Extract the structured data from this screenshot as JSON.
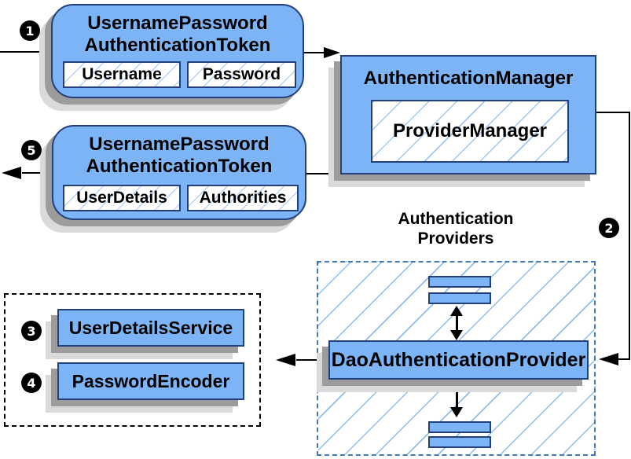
{
  "badges": {
    "step1": "1",
    "step2": "2",
    "step3": "3",
    "step4": "4",
    "step5": "5"
  },
  "request_token": {
    "title_line1": "UsernamePassword",
    "title_line2": "AuthenticationToken",
    "field_left": "Username",
    "field_right": "Password"
  },
  "auth_manager": {
    "title": "AuthenticationManager",
    "inner_label": "ProviderManager"
  },
  "response_token": {
    "title_line1": "UsernamePassword",
    "title_line2": "AuthenticationToken",
    "field_left": "UserDetails",
    "field_right": "Authorities"
  },
  "providers_group": {
    "label_line1": "Authentication",
    "label_line2": "Providers",
    "dao_label": "DaoAuthenticationProvider"
  },
  "beans_group": {
    "service_top": "UserDetailsService",
    "service_bottom": "PasswordEncoder"
  },
  "colors": {
    "box_fill": "#7db4f6",
    "box_border": "#24407c",
    "hatch_line": "#8fbcee",
    "dashed_border": "#4478b8",
    "shadow_dark": "#9c9c9c",
    "shadow_light": "#dadada",
    "connector": "#000000"
  }
}
